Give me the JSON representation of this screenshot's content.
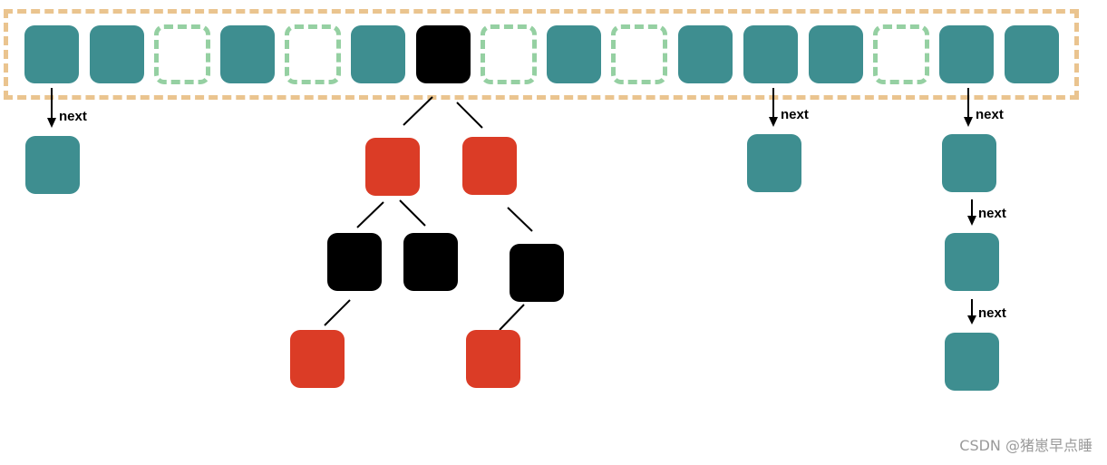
{
  "colors": {
    "node": "#3E8E90",
    "black": "#000000",
    "red": "#DB3C26",
    "empty": "#95D0A2",
    "array_border": "#EAC48F",
    "line": "#000000",
    "watermark": "#9A9A9A"
  },
  "array": {
    "slots": [
      "node",
      "node",
      "empty",
      "node",
      "empty",
      "node",
      "black",
      "empty",
      "node",
      "empty",
      "node",
      "node",
      "node",
      "empty",
      "node",
      "node"
    ]
  },
  "chains": [
    {
      "nodes": [
        "node"
      ]
    },
    {
      "nodes": [
        "node"
      ]
    },
    {
      "nodes": [
        "node",
        "node",
        "node"
      ]
    }
  ],
  "tree": {
    "left": {
      "color": "red",
      "left": {
        "color": "black",
        "left": {
          "color": "red"
        }
      },
      "right": {
        "color": "black"
      }
    },
    "right": {
      "color": "red",
      "right": {
        "color": "black",
        "left": {
          "color": "red"
        }
      }
    }
  },
  "link_label": "next",
  "watermark": "CSDN @猪崽早点睡"
}
